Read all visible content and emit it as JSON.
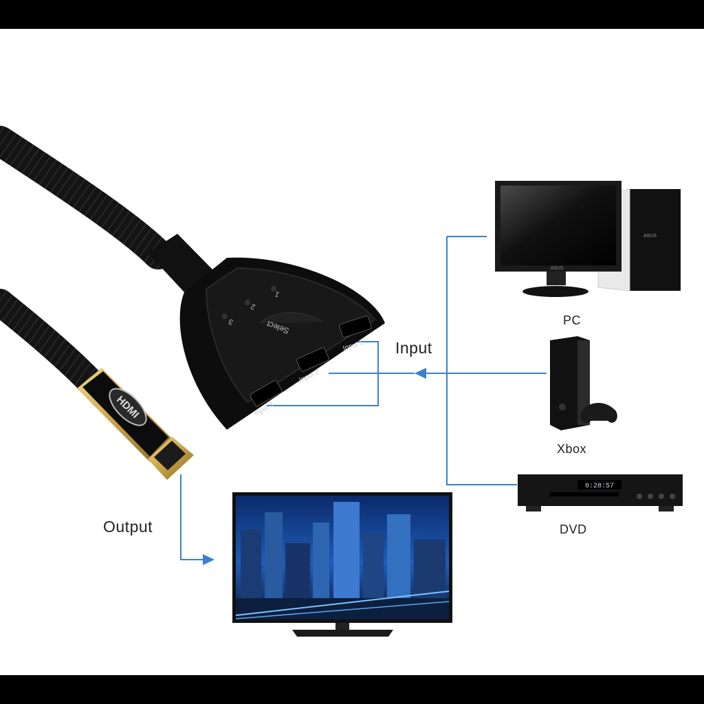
{
  "labels": {
    "input": "Input",
    "output": "Output"
  },
  "devices": [
    {
      "name": "PC",
      "screen_brand": "ASUS",
      "tower_brand": "ASUS"
    },
    {
      "name": "Xbox"
    },
    {
      "name": "DVD",
      "display_readout": "0:28:57"
    }
  ],
  "switch": {
    "select_label": "Select",
    "indicators": [
      "1",
      "2",
      "3"
    ],
    "ports": [
      "Input 1",
      "Input 2",
      "Input 3"
    ]
  },
  "connector": {
    "logo": "HDMI"
  },
  "colors": {
    "line": "#3a7fd0",
    "device_black": "#111111",
    "gold": "#c9a247",
    "background": "#ffffff",
    "frame": "#000000"
  }
}
